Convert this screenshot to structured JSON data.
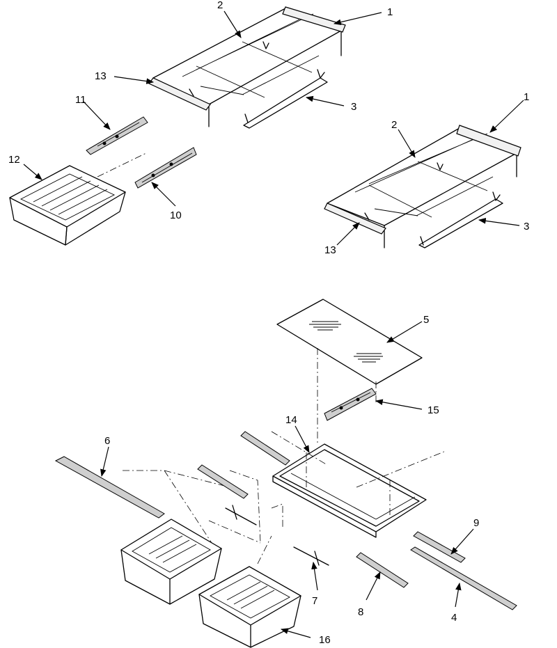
{
  "callouts": {
    "c1a": "1",
    "c2a": "2",
    "c3a": "3",
    "c13a": "13",
    "c11": "11",
    "c12": "12",
    "c10": "10",
    "c1b": "1",
    "c2b": "2",
    "c3b": "3",
    "c13b": "13",
    "c5": "5",
    "c15": "15",
    "c14": "14",
    "c6": "6",
    "c9": "9",
    "c7": "7",
    "c8": "8",
    "c4": "4",
    "c16": "16"
  }
}
